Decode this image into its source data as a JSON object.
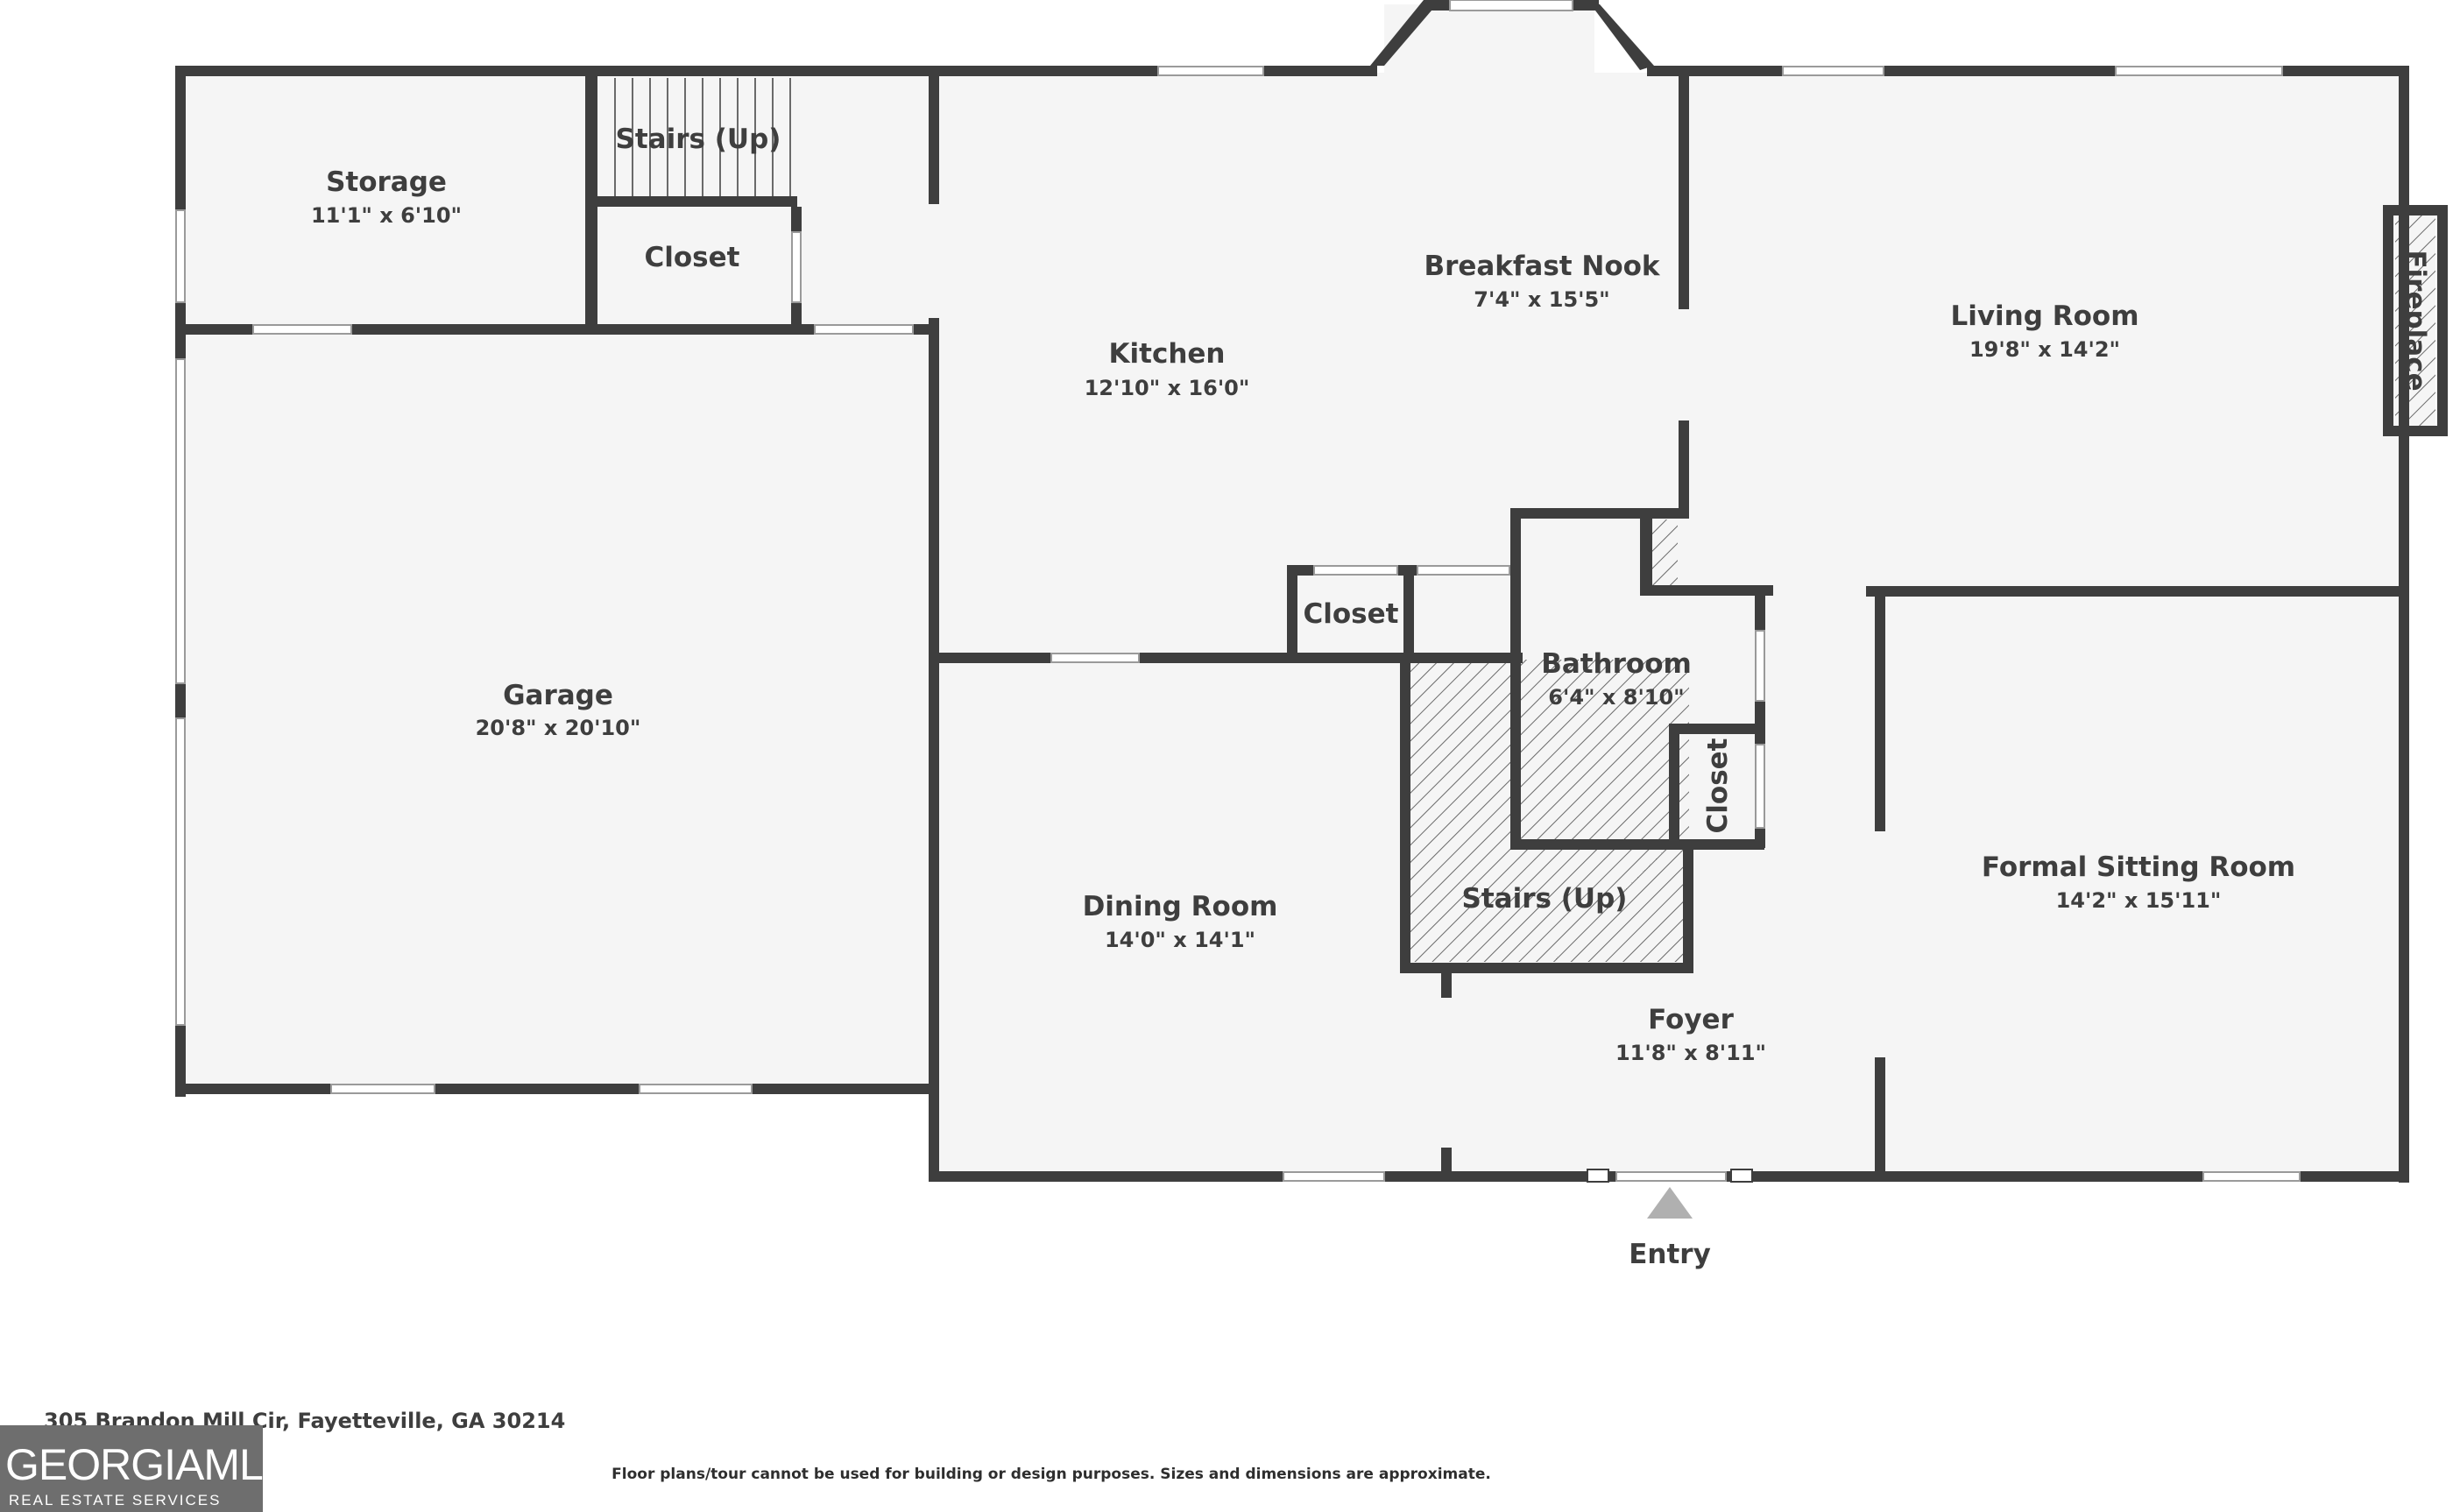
{
  "rooms": {
    "storage": {
      "name": "Storage",
      "dims": "11'1\" x 6'10\""
    },
    "stairs_up_top": {
      "name": "Stairs (Up)"
    },
    "closet_top": {
      "name": "Closet"
    },
    "garage": {
      "name": "Garage",
      "dims": "20'8\" x 20'10\""
    },
    "kitchen": {
      "name": "Kitchen",
      "dims": "12'10\" x 16'0\""
    },
    "breakfast_nook": {
      "name": "Breakfast Nook",
      "dims": "7'4\" x 15'5\""
    },
    "living_room": {
      "name": "Living Room",
      "dims": "19'8\" x 14'2\""
    },
    "fireplace": {
      "name": "Fireplace"
    },
    "closet_kitchen": {
      "name": "Closet"
    },
    "bathroom": {
      "name": "Bathroom",
      "dims": "6'4\" x 8'10\""
    },
    "closet_bath": {
      "name": "Closet"
    },
    "stairs_up_main": {
      "name": "Stairs (Up)"
    },
    "dining_room": {
      "name": "Dining Room",
      "dims": "14'0\" x 14'1\""
    },
    "foyer": {
      "name": "Foyer",
      "dims": "11'8\" x 8'11\""
    },
    "formal_sitting_room": {
      "name": "Formal Sitting Room",
      "dims": "14'2\" x 15'11\""
    }
  },
  "entry_label": "Entry",
  "address": "305 Brandon Mill Cir, Fayetteville, GA 30214",
  "disclaimer": "Floor plans/tour cannot be used for building or design purposes. Sizes and dimensions are approximate.",
  "logo": {
    "main": "GEORGIAMLS",
    "sub": "REAL ESTATE SERVICES"
  },
  "colors": {
    "wall": "#3e3e3e",
    "floor": "#f5f5f5",
    "background": "#ffffff",
    "logo_bg": "#6e6e6e"
  }
}
